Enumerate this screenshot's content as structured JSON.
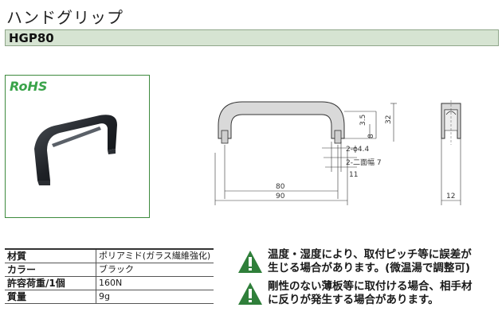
{
  "header": {
    "title": "ハンドグリップ",
    "model": "HGP80"
  },
  "badge": {
    "rohs": "RoHS"
  },
  "drawing": {
    "dim_35": "3.5",
    "dim_32": "32",
    "dim_8": "8",
    "dim_phi": "2-ϕ4.4",
    "dim_width": "2-二面幅 7",
    "dim_11": "11",
    "dim_80": "80",
    "dim_90": "90",
    "dim_12": "12"
  },
  "specs": [
    {
      "label": "材質",
      "value": "ポリアミド(ガラス繊維強化)"
    },
    {
      "label": "カラー",
      "value": "ブラック"
    },
    {
      "label": "許容荷重/1個",
      "value": "160N"
    },
    {
      "label": "質量",
      "value": "9g"
    }
  ],
  "warnings": [
    {
      "line1": "温度・湿度により、取付ピッチ等に誤差が",
      "line2": "生じる場合があります。(微温湯で調整可)"
    },
    {
      "line1": "剛性のない薄板等に取付ける場合、相手材",
      "line2": "に反りが発生する場合があります。"
    }
  ],
  "colors": {
    "model_bar": "#d6e4d2",
    "rohs": "#3aa34a",
    "warning": "#2f7f3a"
  }
}
